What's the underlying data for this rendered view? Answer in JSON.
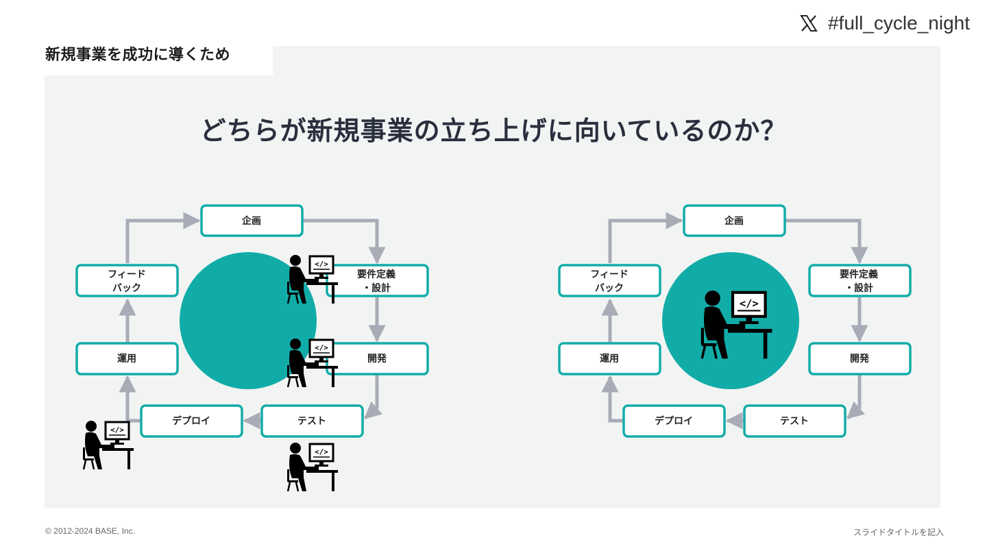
{
  "header": {
    "section_title": "新規事業を成功に導くため",
    "hashtag": "#full_cycle_night"
  },
  "headline": "どちらが新規事業の立ち上げに向いているのか？",
  "diagrams": [
    {
      "labels": {
        "plan": "企画",
        "req_line1": "要件定義",
        "req_line2": "・設計",
        "dev": "開発",
        "test": "テスト",
        "deploy": "デプロイ",
        "ops": "運用",
        "fb_line1": "フィード",
        "fb_line2": "バック"
      }
    },
    {
      "labels": {
        "plan": "企画",
        "req_line1": "要件定義",
        "req_line2": "・設計",
        "dev": "開発",
        "test": "テスト",
        "deploy": "デプロイ",
        "ops": "運用",
        "fb_line1": "フィード",
        "fb_line2": "バック"
      }
    }
  ],
  "footer": {
    "copyright": "© 2012-2024 BASE, Inc.",
    "slide_label": "スライドタイトルを記入"
  },
  "colors": {
    "teal": "#12aca8",
    "arrow": "#a7acb7",
    "panel": "#f2f4f3"
  },
  "icons": [
    "x-logo-icon",
    "developer-icon"
  ]
}
